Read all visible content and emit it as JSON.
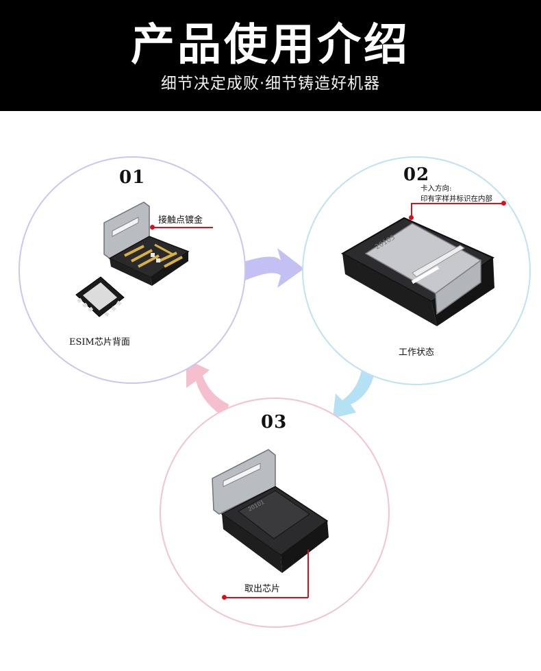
{
  "header": {
    "title": "产品使用介绍",
    "subtitle": "细节决定成败·细节铸造好机器"
  },
  "steps": [
    {
      "number": "01",
      "callout": "接触点镀金",
      "caption": "ESIM芯片背面"
    },
    {
      "number": "02",
      "callout_line1": "卡入方向:",
      "callout_line2": "印有字样并标识在内部",
      "caption": "工作状态"
    },
    {
      "number": "03",
      "callout": "取出芯片"
    }
  ],
  "colors": {
    "header_bg": "#000000",
    "circle1_border": "#c9c6f2",
    "circle2_border": "#bfe2f3",
    "circle3_border": "#f5c2cf",
    "arrow_purple": "#c4c0f4",
    "arrow_blue": "#b5e1f5",
    "arrow_pink": "#f5bfce",
    "callout_red": "#d80f1c"
  }
}
